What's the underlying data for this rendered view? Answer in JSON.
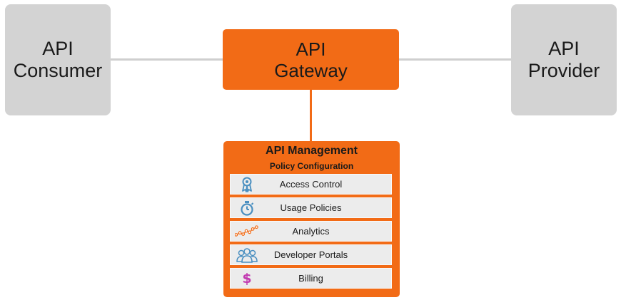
{
  "consumer": {
    "line1": "API",
    "line2": "Consumer"
  },
  "provider": {
    "line1": "API",
    "line2": "Provider"
  },
  "gateway": {
    "line1": "API",
    "line2": "Gateway"
  },
  "management": {
    "title": "API Management",
    "subtitle": "Policy Configuration",
    "items": [
      {
        "label": "Access Control",
        "icon": "award-badge-icon"
      },
      {
        "label": "Usage Policies",
        "icon": "stopwatch-icon"
      },
      {
        "label": "Analytics",
        "icon": "line-chart-icon"
      },
      {
        "label": "Developer Portals",
        "icon": "users-group-icon"
      },
      {
        "label": "Billing",
        "icon": "dollar-icon",
        "glyph": "$"
      }
    ]
  },
  "colors": {
    "orange": "#f26b16",
    "grey_box": "#d3d3d3",
    "row_bg": "#ececec",
    "icon_blue": "#4a8fc0",
    "icon_orange": "#f26b16",
    "icon_magenta": "#c23ab0"
  }
}
